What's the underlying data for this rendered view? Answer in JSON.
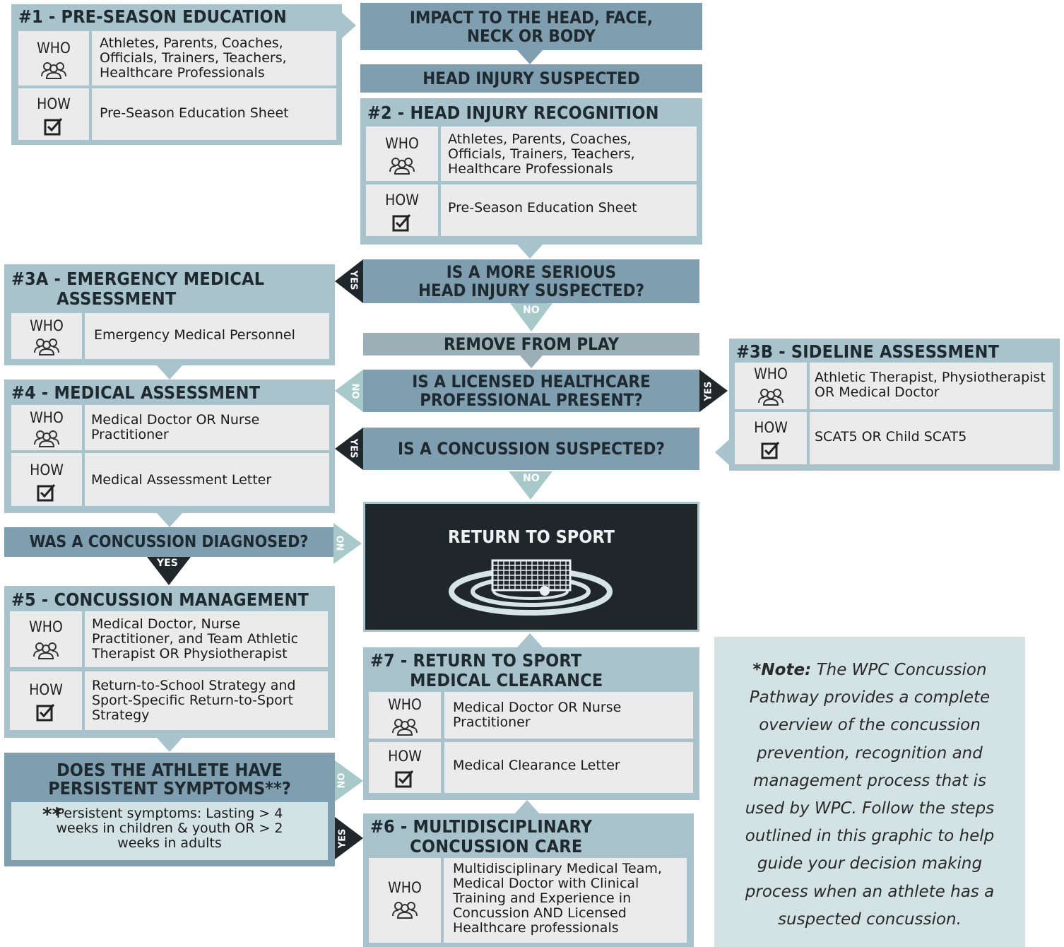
{
  "labels": {
    "who": "WHO",
    "how": "HOW",
    "yes": "YES",
    "no": "NO"
  },
  "box1": {
    "title": "#1 - PRE-SEASON EDUCATION",
    "who": "Athletes, Parents, Coaches,\nOfficials, Trainers, Teachers,\nHealthcare Professionals",
    "how": "Pre-Season Education Sheet"
  },
  "impact": "IMPACT TO THE HEAD, FACE,\nNECK OR BODY",
  "suspected": "HEAD INJURY SUSPECTED",
  "box2": {
    "title": "#2 - HEAD INJURY RECOGNITION",
    "who": "Athletes, Parents, Coaches,\nOfficials, Trainers, Teachers,\nHealthcare Professionals",
    "how": "Pre-Season Education Sheet"
  },
  "q_serious": "IS A MORE SERIOUS\nHEAD INJURY SUSPECTED?",
  "box3a": {
    "title": "#3A - EMERGENCY MEDICAL\n        ASSESSMENT",
    "who": "Emergency Medical Personnel"
  },
  "remove": "REMOVE FROM PLAY",
  "q_licensed": "IS A LICENSED HEALTHCARE\nPROFESSIONAL PRESENT?",
  "box3b": {
    "title": "#3B - SIDELINE ASSESSMENT",
    "who": "Athletic Therapist, Physiotherapist\nOR Medical Doctor",
    "how": "SCAT5 OR Child SCAT5"
  },
  "box4": {
    "title": "#4 - MEDICAL ASSESSMENT",
    "who": "Medical Doctor OR Nurse\nPractitioner",
    "how": "Medical Assessment Letter"
  },
  "q_concussion": "IS A CONCUSSION SUSPECTED?",
  "q_diagnosed": "WAS A CONCUSSION DIAGNOSED?",
  "rts": "RETURN TO SPORT",
  "box5": {
    "title": "#5 - CONCUSSION MANAGEMENT",
    "who": "Medical Doctor, Nurse\nPractitioner, and Team Athletic\nTherapist OR Physiotherapist",
    "how": "Return-to-School Strategy and\nSport-Specific Return-to-Sport\nStrategy"
  },
  "box7": {
    "title": "#7 - RETURN TO SPORT\n       MEDICAL CLEARANCE",
    "who": "Medical Doctor OR Nurse\nPractitioner",
    "how": "Medical Clearance Letter"
  },
  "q_persistent": "DOES THE ATHLETE HAVE\nPERSISTENT SYMPTOMS**?",
  "persistent_note_mark": "**",
  "persistent_note": "Persistent symptoms: Lasting > 4\nweeks in children & youth OR > 2\nweeks in adults",
  "box6": {
    "title": "#6 - MULTIDISCIPLINARY\n       CONCUSSION CARE",
    "who": "Multidisciplinary Medical Team,\nMedical Doctor with Clinical\nTraining and Experience in\nConcussion AND Licensed\nHealthcare professionals"
  },
  "note": {
    "lead": "*Note:",
    "body": " The WPC Concussion Pathway provides a complete overview of the concussion prevention, recognition and management process that is used by WPC. Follow the steps outlined in this graphic to help guide your decision making process when an athlete has a suspected concussion."
  },
  "colors": {
    "panel": "#a8c3cb",
    "banner": "#7f9fb0",
    "cell": "#ebebeb",
    "dark": "#1e2a30",
    "tag_dark": "#1f272b",
    "tag_light": "#a8c9c9",
    "note_bg": "#d3e3e3",
    "remove_bg": "#9bb0b6"
  }
}
